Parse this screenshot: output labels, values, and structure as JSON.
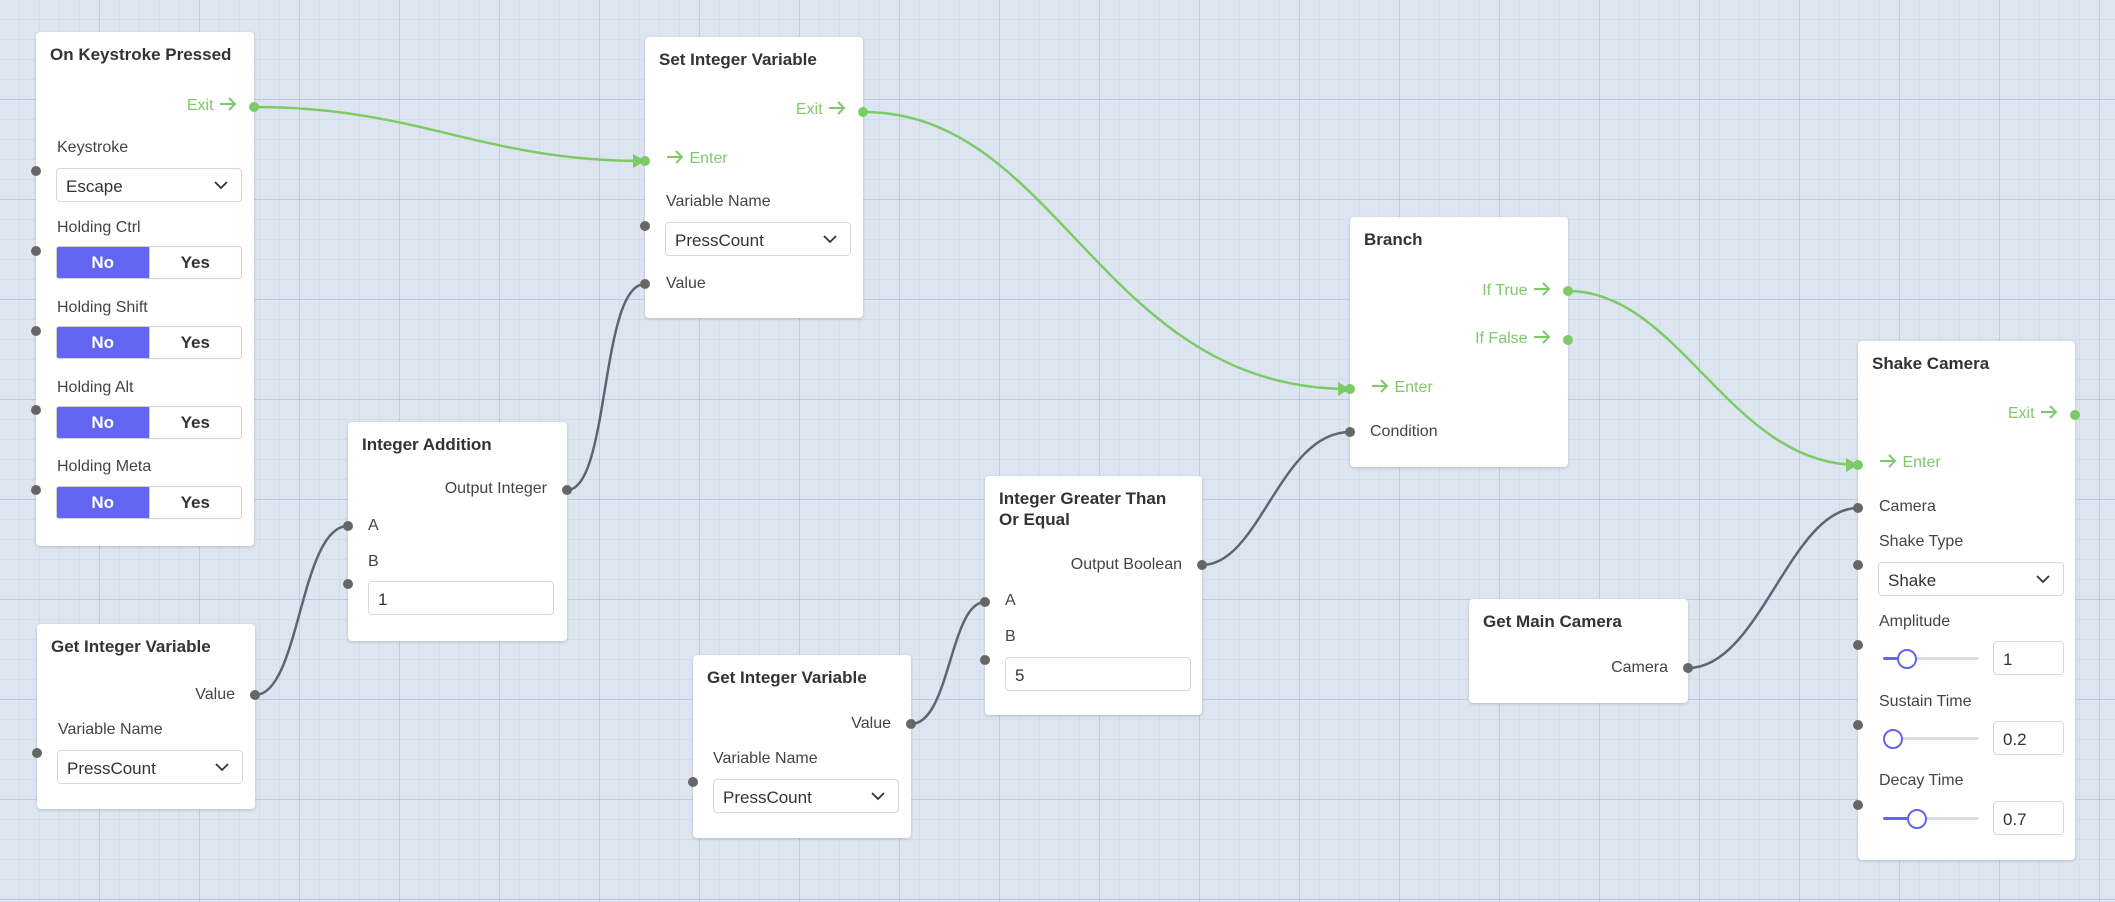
{
  "nodes": {
    "keystroke": {
      "title": "On Keystroke Pressed",
      "exit_label": "Exit",
      "keystroke_label": "Keystroke",
      "keystroke_value": "Escape",
      "ctrl_label": "Holding Ctrl",
      "shift_label": "Holding Shift",
      "alt_label": "Holding Alt",
      "meta_label": "Holding Meta",
      "no_label": "No",
      "yes_label": "Yes",
      "ctrl_value": "No",
      "shift_value": "No",
      "alt_value": "No",
      "meta_value": "No"
    },
    "set_int_var": {
      "title": "Set Integer Variable",
      "exit_label": "Exit",
      "enter_label": "Enter",
      "varname_label": "Variable Name",
      "varname_value": "PressCount",
      "value_label": "Value"
    },
    "int_addition": {
      "title": "Integer Addition",
      "output_label": "Output Integer",
      "a_label": "A",
      "b_label": "B",
      "b_value": "1"
    },
    "get_int_var_1": {
      "title": "Get Integer Variable",
      "value_label": "Value",
      "varname_label": "Variable Name",
      "varname_value": "PressCount"
    },
    "get_int_var_2": {
      "title": "Get Integer Variable",
      "value_label": "Value",
      "varname_label": "Variable Name",
      "varname_value": "PressCount"
    },
    "int_gte": {
      "title": "Integer Greater Than Or Equal",
      "output_label": "Output Boolean",
      "a_label": "A",
      "b_label": "B",
      "b_value": "5"
    },
    "branch": {
      "title": "Branch",
      "if_true_label": "If True",
      "if_false_label": "If False",
      "enter_label": "Enter",
      "condition_label": "Condition"
    },
    "get_main_camera": {
      "title": "Get Main Camera",
      "camera_label": "Camera"
    },
    "shake_camera": {
      "title": "Shake Camera",
      "exit_label": "Exit",
      "enter_label": "Enter",
      "camera_label": "Camera",
      "shake_type_label": "Shake Type",
      "shake_type_value": "Shake",
      "amplitude_label": "Amplitude",
      "amplitude_value": "1",
      "amplitude_level": 0.25,
      "sustain_label": "Sustain Time",
      "sustain_value": "0.2",
      "sustain_level": 0.1,
      "decay_label": "Decay Time",
      "decay_value": "0.7",
      "decay_level": 0.35
    }
  },
  "colors": {
    "flow_wire": "#7ccb66",
    "data_wire": "#5f656d",
    "accent": "#6366f1"
  },
  "icons": {
    "flow_arrow": "arrow-right-icon",
    "dropdown": "chevron-down-icon"
  }
}
